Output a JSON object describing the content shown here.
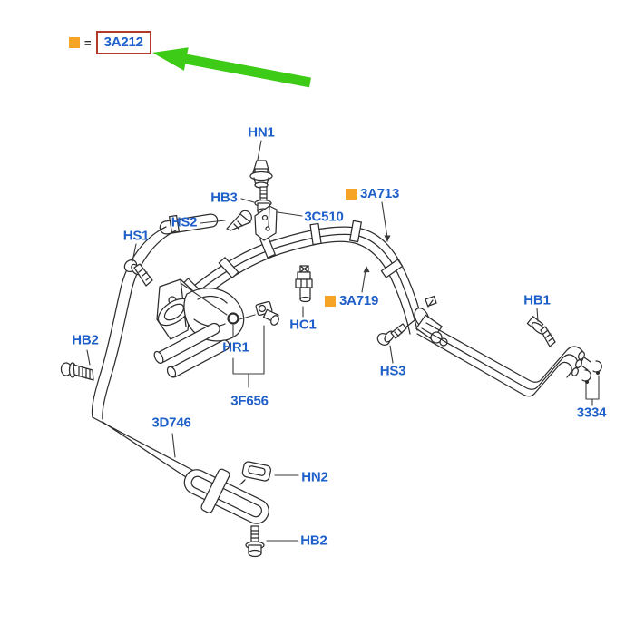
{
  "legend": {
    "equals": "=",
    "selected_part_code": "3A212"
  },
  "callouts": {
    "hn1": "HN1",
    "hb3": "HB3",
    "hs2": "HS2",
    "c3510": "3C510",
    "a3713": "3A713",
    "hs1": "HS1",
    "a3719": "3A719",
    "hc1": "HC1",
    "hb1": "HB1",
    "hb2_left": "HB2",
    "hr1": "HR1",
    "f3656": "3F656",
    "hs3": "HS3",
    "d3746": "3D746",
    "n3334": "3334",
    "hn2": "HN2",
    "hb2_bottom": "HB2"
  },
  "colors": {
    "label_blue": "#1e5fc9",
    "highlight_orange": "#f6a426",
    "selection_box_red": "#b03a2c",
    "arrow_green": "#3ecb17",
    "line_art": "#2d2d2d",
    "background": "#ffffff"
  }
}
